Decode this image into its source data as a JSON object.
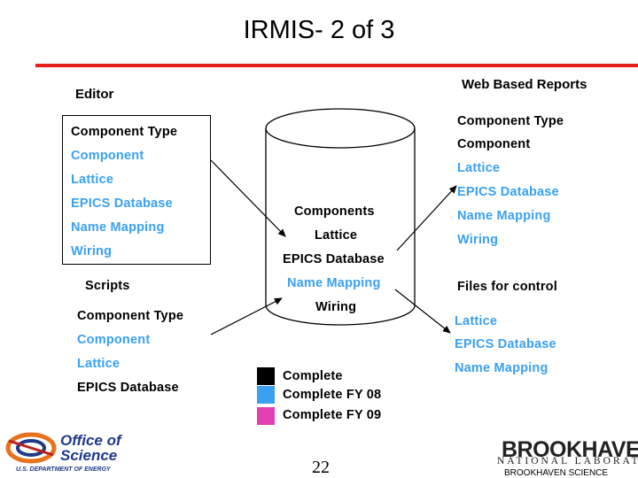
{
  "title": "IRMIS- 2 of 3",
  "colors": {
    "rule": "#e8201c",
    "done": "#000000",
    "fy08": "#3aa0f0",
    "fy09": "#e23fb1"
  },
  "editor": {
    "heading": "Editor",
    "items": [
      {
        "label": "Component Type",
        "status": "done"
      },
      {
        "label": "Component",
        "status": "fy08"
      },
      {
        "label": "Lattice",
        "status": "fy08"
      },
      {
        "label": "EPICS Database",
        "status": "fy08"
      },
      {
        "label": "Name Mapping",
        "status": "fy08"
      },
      {
        "label": "Wiring",
        "status": "fy08"
      }
    ]
  },
  "scripts": {
    "heading": "Scripts",
    "items": [
      {
        "label": "Component Type",
        "status": "done"
      },
      {
        "label": "Component",
        "status": "fy08"
      },
      {
        "label": "Lattice",
        "status": "fy08"
      },
      {
        "label": "EPICS Database",
        "status": "done"
      }
    ]
  },
  "database": {
    "items": [
      {
        "label": "Components",
        "status": "done"
      },
      {
        "label": "Lattice",
        "status": "done"
      },
      {
        "label": "EPICS Database",
        "status": "done"
      },
      {
        "label": "Name Mapping",
        "status": "fy08"
      },
      {
        "label": "Wiring",
        "status": "done"
      }
    ]
  },
  "reports": {
    "heading": "Web Based Reports",
    "items": [
      {
        "label": "Component Type",
        "status": "done"
      },
      {
        "label": "Component",
        "status": "done"
      },
      {
        "label": "Lattice",
        "status": "fy08"
      },
      {
        "label": "EPICS Database",
        "status": "fy08"
      },
      {
        "label": "Name Mapping",
        "status": "fy08"
      },
      {
        "label": "Wiring",
        "status": "fy08"
      }
    ]
  },
  "files": {
    "heading": "Files for control",
    "items": [
      {
        "label": "Lattice",
        "status": "fy08"
      },
      {
        "label": "EPICS Database",
        "status": "fy08"
      },
      {
        "label": "Name Mapping",
        "status": "fy08"
      }
    ]
  },
  "legend": [
    {
      "label": "Complete",
      "status": "done"
    },
    {
      "label": "Complete FY 08",
      "status": "fy08"
    },
    {
      "label": "Complete FY 09",
      "status": "fy09"
    }
  ],
  "footer": {
    "page_number": "22",
    "doe_line1": "Office of",
    "doe_line2": "Science",
    "doe_line3": "U.S. DEPARTMENT OF ENERGY",
    "bnl_name": "BROOKHAVEN",
    "bnl_sub": "NATIONAL LABORATORY",
    "bnl_assoc": "BROOKHAVEN SCIENCE"
  }
}
